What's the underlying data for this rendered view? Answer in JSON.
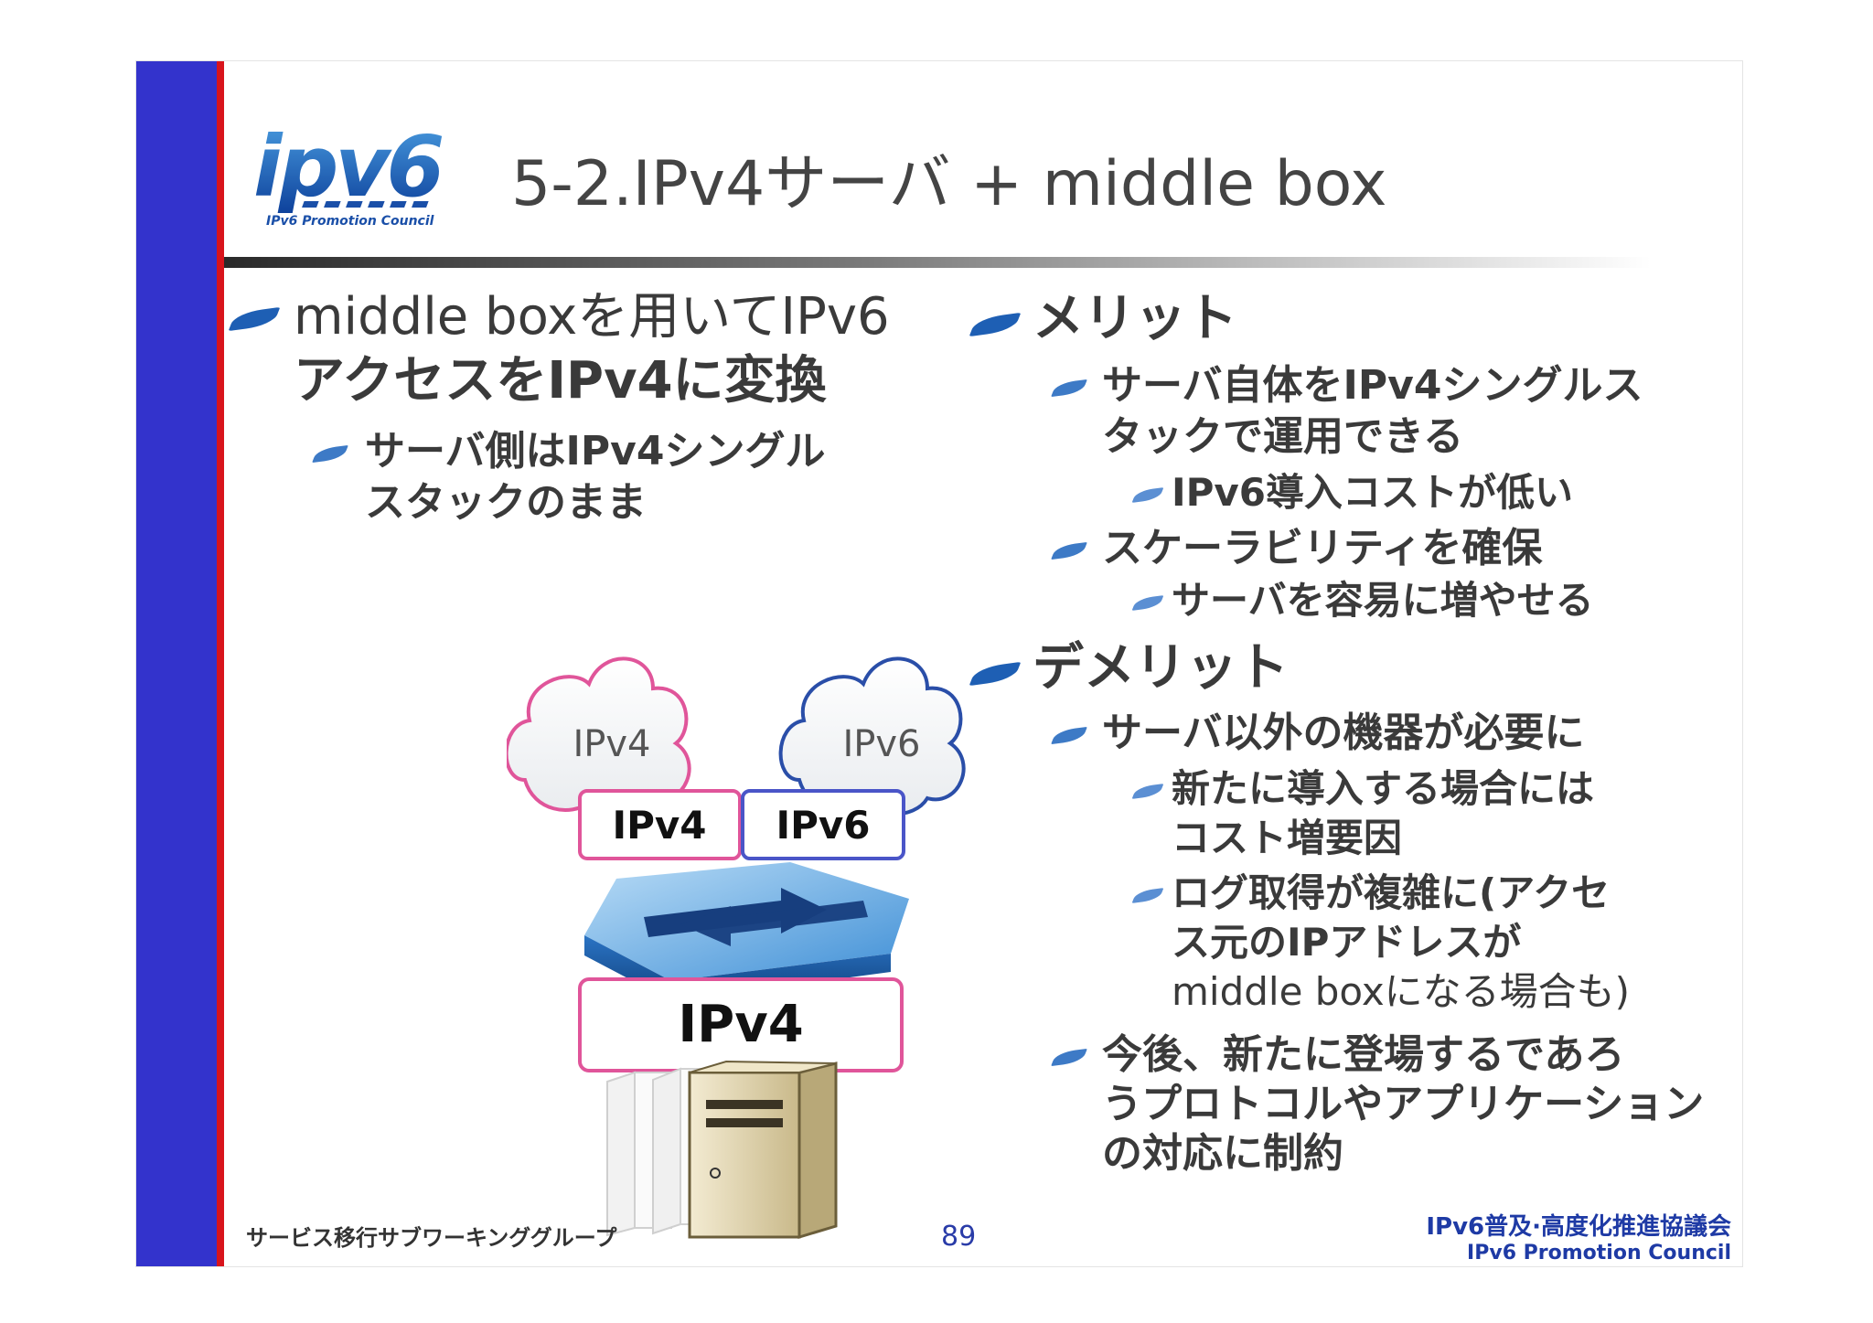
{
  "logo": {
    "mark": "ipv6",
    "caption": "IPv6 Promotion Council"
  },
  "title": "5-2.IPv4サーバ + middle box",
  "left": {
    "bullet1": [
      "middle boxを用いてIPv6",
      "アクセスをIPv4に変換"
    ],
    "bullet1_sub": [
      "サーバ側はIPv4シングル",
      "スタックのまま"
    ]
  },
  "diagram": {
    "cloud_ipv4": "IPv4",
    "cloud_ipv6": "IPv6",
    "box_ipv4": "IPv4",
    "box_ipv6": "IPv6",
    "server_box": "IPv4"
  },
  "right": {
    "merit": "メリット",
    "merit_item1": [
      "サーバ自体をIPv4シングルス",
      "タックで運用できる"
    ],
    "merit_item1_sub": "IPv6導入コストが低い",
    "merit_item2": "スケーラビリティを確保",
    "merit_item2_sub": "サーバを容易に増やせる",
    "demerit": "デメリット",
    "demerit_item1": "サーバ以外の機器が必要に",
    "demerit_item1_sub1": [
      "新たに導入する場合には",
      "コスト増要因"
    ],
    "demerit_item1_sub2": [
      "ログ取得が複雑に(アクセ",
      "ス元のIPアドレスが",
      "middle boxになる場合も)"
    ],
    "demerit_item2": [
      "今後、新たに登場するであろ",
      "うプロトコルやアプリケーション",
      "の対応に制約"
    ]
  },
  "footer": {
    "group": "サービス移行サブワーキンググループ",
    "page": "89",
    "org_jp": "IPv6普及·高度化推進協議会",
    "org_en": "IPv6 Promotion  Council"
  }
}
